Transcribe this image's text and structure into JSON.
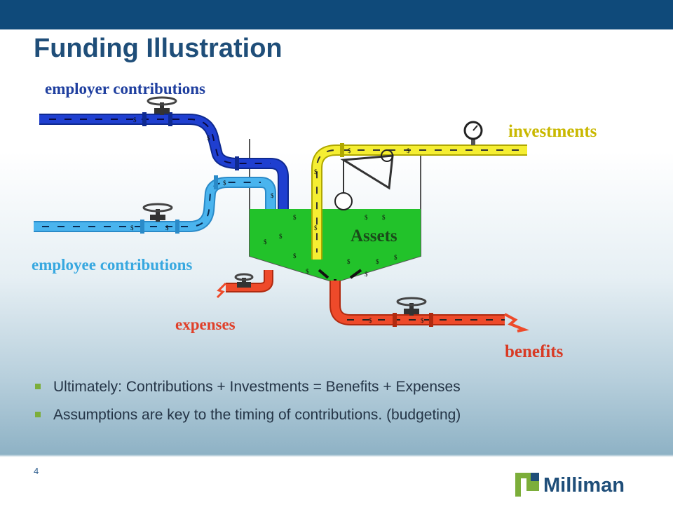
{
  "slide": {
    "title": "Funding Illustration",
    "page_number": "4"
  },
  "diagram": {
    "employer_label": "employer contributions",
    "employee_label": "employee contributions",
    "investments_label": "investments",
    "expenses_label": "expenses",
    "benefits_label": "benefits",
    "assets_label": "Assets",
    "dollar_sign": "$"
  },
  "bullets": [
    "Ultimately:  Contributions + Investments = Benefits + Expenses",
    "Assumptions are key to the timing of contributions.  (budgeting)"
  ],
  "logo": {
    "text": "Milliman"
  },
  "colors": {
    "header": "#0f4a7a",
    "employer_pipe": "#1f3fd0",
    "employee_pipe": "#4ab4ee",
    "investments_pipe": "#f5ee32",
    "expense_pipe": "#ee4a2a",
    "assets_fluid": "#22c22a",
    "bullet": "#7cae3a"
  }
}
